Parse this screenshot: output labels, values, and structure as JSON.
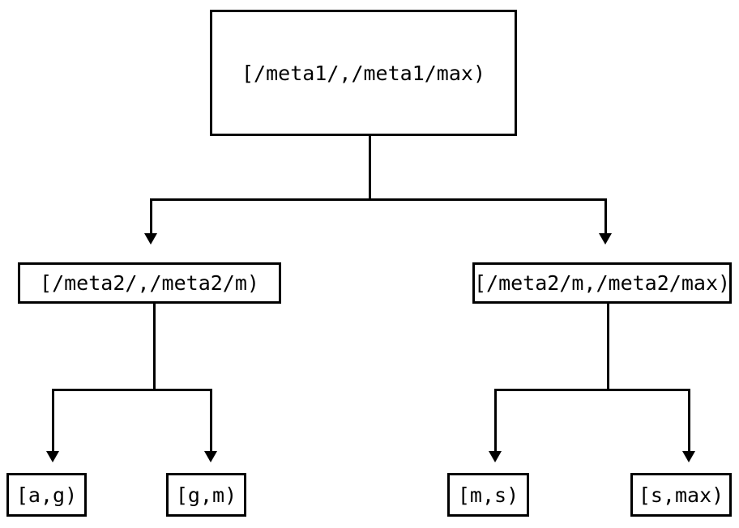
{
  "diagram": {
    "type": "tree",
    "title": "",
    "orientation": "top-down",
    "line_color": "#000000",
    "background_color": "#ffffff",
    "text_color": "#000000",
    "nodes": {
      "root": {
        "label": "[/meta1/,/meta1/max)"
      },
      "mid_left": {
        "label": "[/meta2/,/meta2/m)"
      },
      "mid_right": {
        "label": "[/meta2/m,/meta2/max)"
      },
      "leaf_ag": {
        "label": "[a,g)"
      },
      "leaf_gm": {
        "label": "[g,m)"
      },
      "leaf_ms": {
        "label": "[m,s)"
      },
      "leaf_smax": {
        "label": "[s,max)"
      }
    },
    "edges": [
      {
        "from": "root",
        "to": "mid_left"
      },
      {
        "from": "root",
        "to": "mid_right"
      },
      {
        "from": "mid_left",
        "to": "leaf_ag"
      },
      {
        "from": "mid_left",
        "to": "leaf_gm"
      },
      {
        "from": "mid_right",
        "to": "leaf_ms"
      },
      {
        "from": "mid_right",
        "to": "leaf_smax"
      }
    ]
  }
}
